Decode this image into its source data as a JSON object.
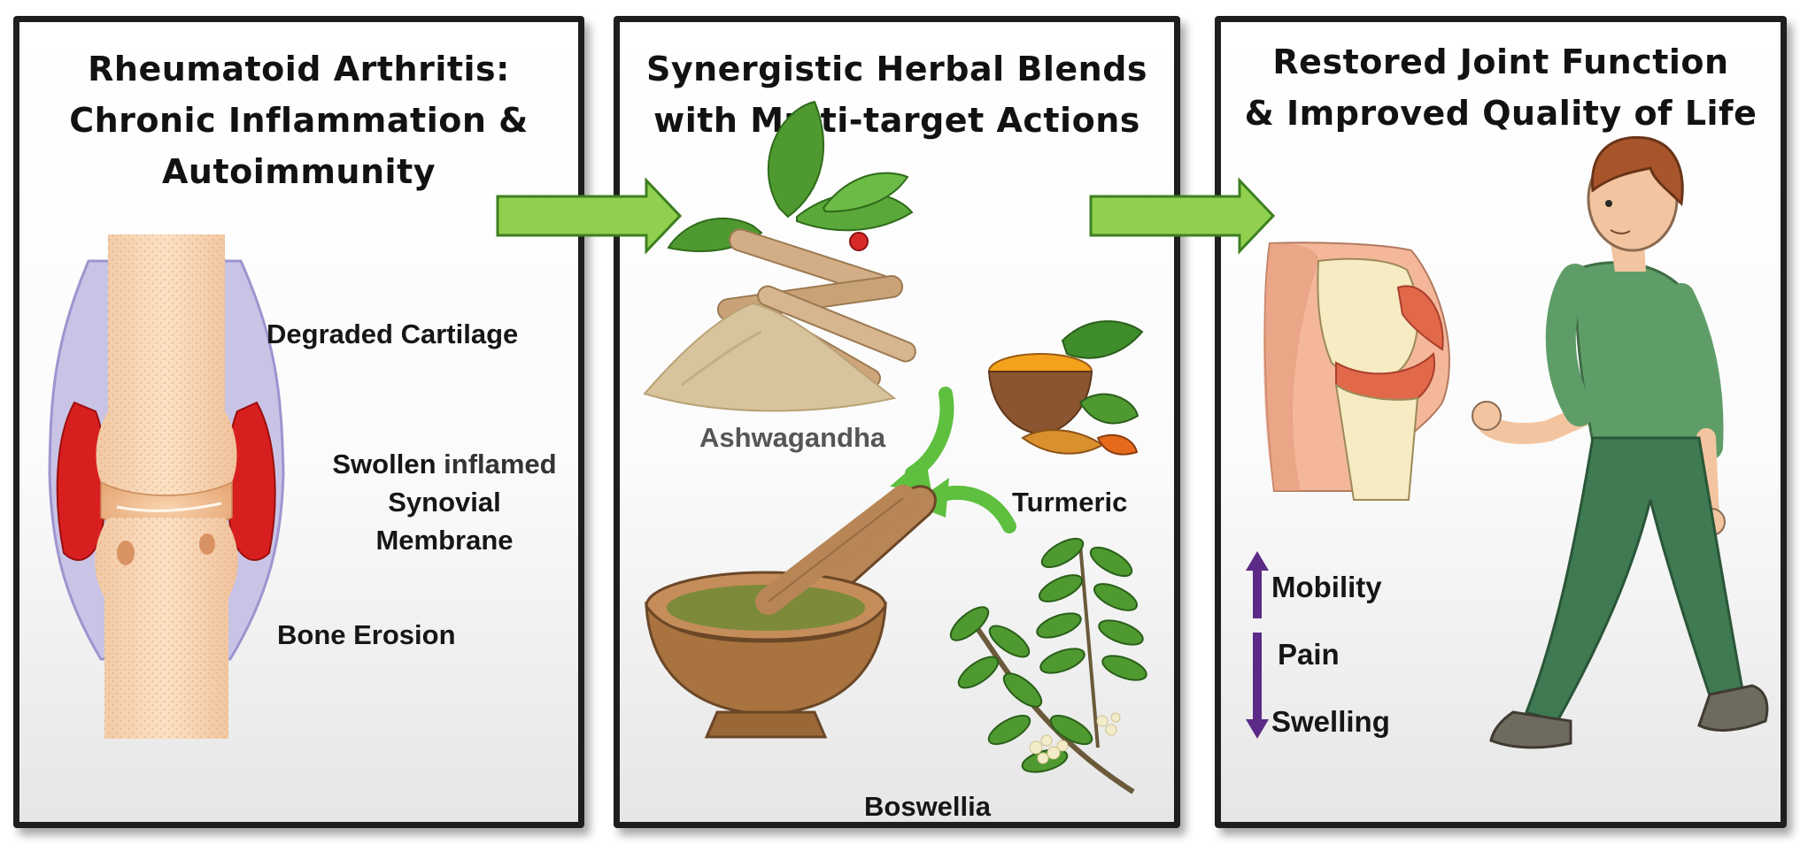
{
  "panels": [
    {
      "title_lines": [
        "Rheumatoid Arthritis:",
        "Chronic Inflammation &",
        "Autoimmunity"
      ],
      "labels": {
        "degraded_cartilage": "Degraded Cartilage",
        "swollen": "Swollen",
        "inflamed": "inflamed",
        "synovial": "Synovial",
        "membrane": "Membrane",
        "bone_erosion": "Bone Erosion"
      }
    },
    {
      "title_lines": [
        "Synergistic Herbal Blends",
        "with Multi-target Actions"
      ],
      "labels": {
        "ashwagandha": "Ashwagandha",
        "turmeric": "Turmeric",
        "boswellia": "Boswellia"
      }
    },
    {
      "title_lines": [
        "Restored Joint Function",
        "& Improved Quality of Life"
      ],
      "labels": {
        "mobility": "Mobility",
        "pain": "Pain",
        "swelling": "Swelling"
      }
    }
  ],
  "colors": {
    "flow_arrow": "#8fd14f",
    "inflammation": "#d81f1f",
    "indicator_arrow": "#5b2a86",
    "herb_green": "#5aa83a"
  },
  "icons": [
    "flow-arrow-right-icon",
    "up-arrow-icon",
    "down-arrow-icon",
    "curved-arrow-icon"
  ]
}
